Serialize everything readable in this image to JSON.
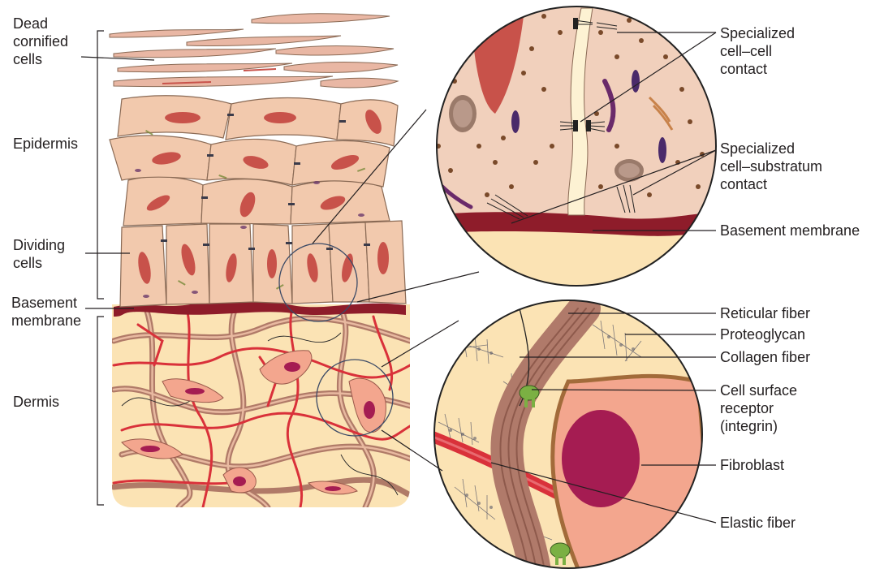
{
  "left_labels": {
    "dead_cornified_cells": [
      "Dead",
      "cornified",
      "cells"
    ],
    "epidermis": "Epidermis",
    "dividing_cells": [
      "Dividing",
      "cells"
    ],
    "basement_membrane": [
      "Basement",
      "membrane"
    ],
    "dermis": "Dermis"
  },
  "right_labels": {
    "cell_cell_contact": [
      "Specialized",
      "cell–cell",
      "contact"
    ],
    "cell_substratum_contact": [
      "Specialized",
      "cell–substratum",
      "contact"
    ],
    "basement_membrane": "Basement membrane",
    "reticular_fiber": "Reticular fiber",
    "proteoglycan": "Proteoglycan",
    "collagen_fiber": "Collagen fiber",
    "cell_surface_receptor": [
      "Cell surface",
      "receptor",
      "(integrin)"
    ],
    "fibroblast": "Fibroblast",
    "elastic_fiber": "Elastic fiber"
  },
  "colors": {
    "cell_fill": "#f2c9ad",
    "cell_outline": "#8a6a55",
    "nucleus": "#c8524a",
    "basement": "#8e1c2a",
    "dermis_bg": "#fbe3b4",
    "vessel": "#d9313a",
    "collagen": "#b07a6a",
    "fibroblast": "#f3a68e",
    "fibroblast_nucleus": "#a51c52",
    "integrin": "#7bb043",
    "dot": "#7a4a2a",
    "line": "#231f20"
  }
}
